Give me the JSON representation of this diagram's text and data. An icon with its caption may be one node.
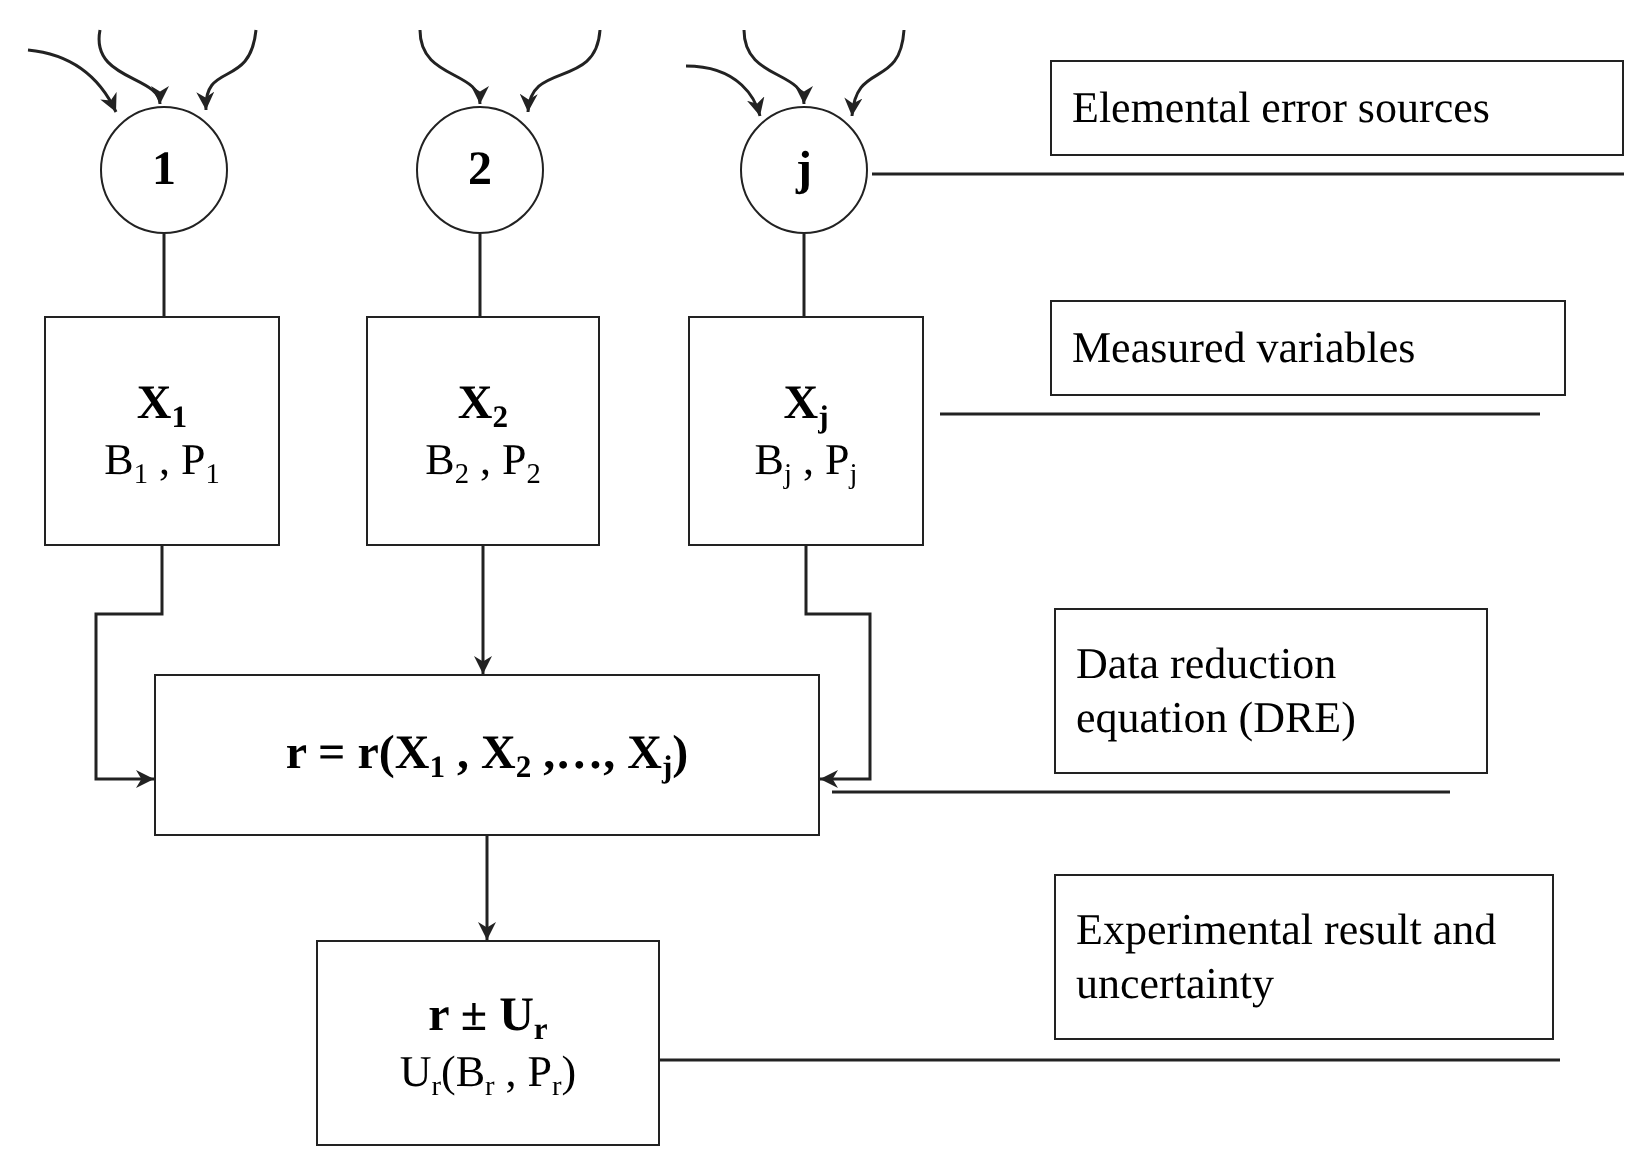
{
  "diagram": {
    "nodes": [
      {
        "text": [
          "1"
        ]
      },
      {
        "text": [
          "2"
        ]
      },
      {
        "text": [
          "j"
        ]
      },
      {
        "text": [
          "X$_{1}$",
          "B$_{1}$ , P$_{1}$"
        ]
      },
      {
        "text": [
          "X$_{2}$",
          "B$_{2}$ , P$_{2}$"
        ]
      },
      {
        "text": [
          "X$_{j}$",
          "B$_{j}$ , P$_{j}$"
        ]
      },
      {
        "text": [
          "r = r(X$_{1}$ , X$_{2}$ ,…, X$_{j}$)"
        ]
      },
      {
        "text": [
          "r ± U$_{r}$",
          "U$_{r}$(B$_{r}$ , P$_{r}$)"
        ]
      },
      {
        "text": [
          "Elemental error sources"
        ]
      },
      {
        "text": [
          "Measured variables"
        ]
      },
      {
        "text": [
          "Data reduction equation (DRE)"
        ]
      },
      {
        "text": [
          "Experimental result and uncertainty"
        ]
      }
    ],
    "edges": [
      {
        "from": null,
        "to": 0,
        "arrow": "to"
      },
      {
        "from": null,
        "to": 0,
        "arrow": "to"
      },
      {
        "from": null,
        "to": 0,
        "arrow": "to"
      },
      {
        "from": null,
        "to": 1,
        "arrow": "to"
      },
      {
        "from": null,
        "to": 1,
        "arrow": "to"
      },
      {
        "from": null,
        "to": 2,
        "arrow": "to"
      },
      {
        "from": null,
        "to": 2,
        "arrow": "to"
      },
      {
        "from": null,
        "to": 2,
        "arrow": "to"
      },
      {
        "from": 0,
        "to": 3,
        "arrow": "none"
      },
      {
        "from": 1,
        "to": 4,
        "arrow": "none"
      },
      {
        "from": 2,
        "to": 5,
        "arrow": "none"
      },
      {
        "from": 3,
        "to": 6,
        "arrow": "to"
      },
      {
        "from": 4,
        "to": 6,
        "arrow": "to"
      },
      {
        "from": 5,
        "to": 6,
        "arrow": "to"
      },
      {
        "from": 6,
        "to": 7,
        "arrow": "to"
      },
      {
        "from": 2,
        "to": 8,
        "arrow": "none"
      },
      {
        "from": 5,
        "to": 9,
        "arrow": "none"
      },
      {
        "from": 6,
        "to": 10,
        "arrow": "none"
      },
      {
        "from": 7,
        "to": 11,
        "arrow": "none"
      }
    ]
  }
}
